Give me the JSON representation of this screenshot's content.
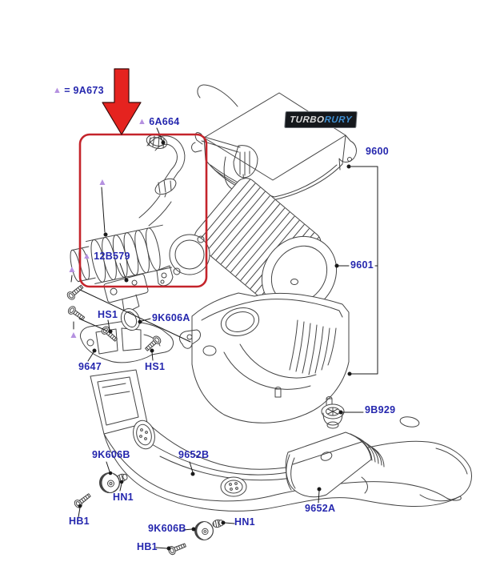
{
  "page": {
    "background": "#ffffff"
  },
  "legend": {
    "marker": "▲",
    "text": "= 9A673"
  },
  "logo": {
    "turbo": "TURBO",
    "rury": "RURY"
  },
  "markers": {
    "triangle": "▲"
  },
  "callouts": {
    "a6a664": {
      "marker": "▲",
      "text": "6A664"
    },
    "a12b579": {
      "marker": "▲",
      "text": "12B579"
    },
    "n9600": {
      "text": "9600"
    },
    "n9601": {
      "text": "9601"
    },
    "hs1": {
      "text": "HS1"
    },
    "k9k606a": {
      "text": "9K606A"
    },
    "n9647": {
      "text": "9647"
    },
    "n9b929": {
      "text": "9B929"
    },
    "k9k606b": {
      "text": "9K606B"
    },
    "n9652b": {
      "text": "9652B"
    },
    "n9652a": {
      "text": "9652A"
    },
    "hn1": {
      "text": "HN1"
    },
    "hb1": {
      "text": "HB1"
    }
  },
  "colors": {
    "label_blue": "#2527ae",
    "triangle_purple": "#b591e0",
    "highlight_red": "#c4242b",
    "arrow_red": "#e5231f",
    "line_gray": "#444444",
    "logo_bg": "#15181c",
    "logo_text": "#dcdcdc",
    "logo_accent": "#3f8fd2"
  }
}
